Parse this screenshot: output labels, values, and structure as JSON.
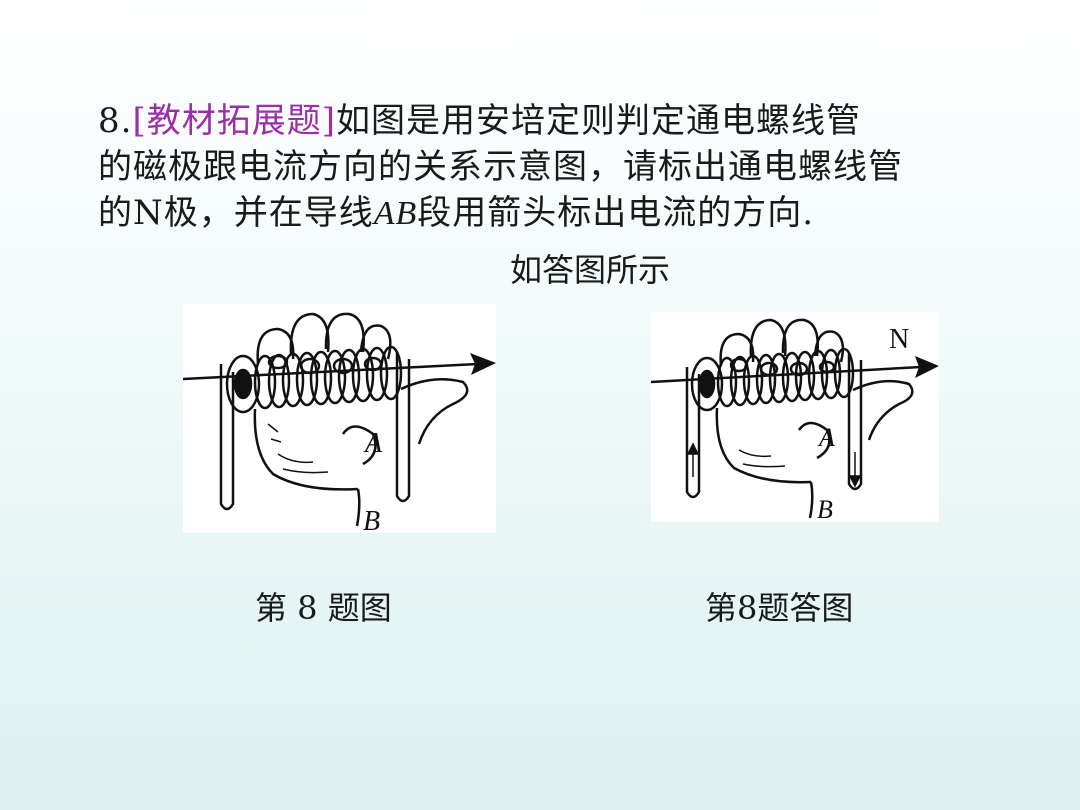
{
  "question": {
    "number": "8.",
    "tag": "[教材拓展题]",
    "line1_rest": "如图是用安培定则判定通电螺线管",
    "line2": "的磁极跟电流方向的关系示意图，请标出通电螺线管",
    "line3_a": "的N极，并在导线",
    "line3_ab": "AB",
    "line3_b": "段用箭头标出电流的方向."
  },
  "answer_text": "如答图所示",
  "figure1": {
    "label_a": "A",
    "label_b": "B"
  },
  "figure2": {
    "label_a": "A",
    "label_b": "B",
    "label_n": "N"
  },
  "captions": {
    "fig1": "第 8 题图",
    "fig2": "第8题答图"
  },
  "colors": {
    "tag": "#9a2fa8",
    "background_top": "#ffffff",
    "background_bottom": "#dcf1f0"
  }
}
